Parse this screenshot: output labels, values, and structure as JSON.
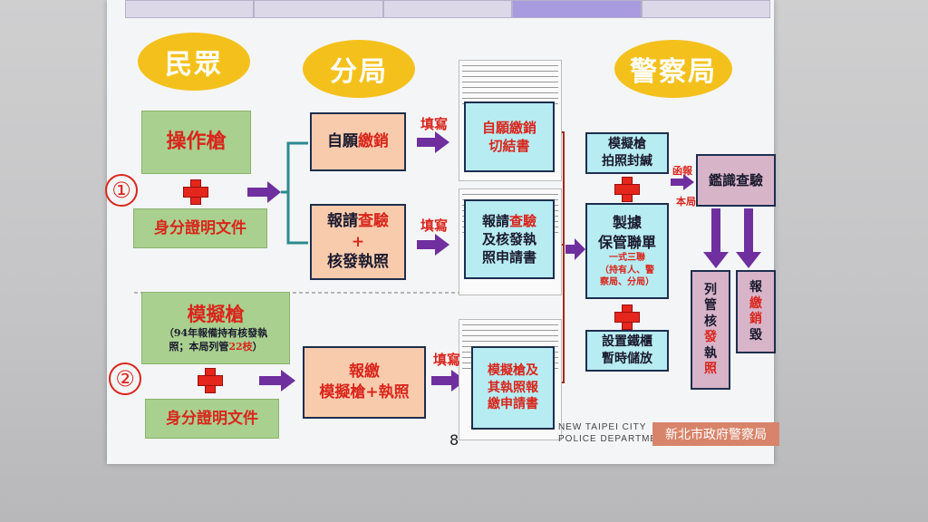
{
  "headers": {
    "people": "民眾",
    "branch": "分局",
    "hq": "警察局"
  },
  "row1": {
    "marker": "①",
    "gun": "操作槍",
    "id_doc": "身分證明文件",
    "vol_prefix": "自願",
    "vol_red": "繳銷",
    "apply_prefix": "報請",
    "apply_red": "查驗",
    "apply_plus": "+",
    "apply_line3": "核發執照",
    "fill1": "填寫",
    "fill2": "填寫",
    "form1_line1": "自願繳銷",
    "form1_line2": "切結書",
    "form2_line1_prefix": "報請",
    "form2_line1_red": "查驗",
    "form2_line2": "及核發執",
    "form2_line3": "照申請書"
  },
  "row2": {
    "marker": "②",
    "gun": "模擬槍",
    "note_line1": "（94年報備持有核發執",
    "note_line2_prefix": "照；本局列管",
    "note_red": "22枝",
    "note_end": "）",
    "id_doc": "身分證明文件",
    "report_line1": "報繳",
    "report_line2": "模擬槍+執照",
    "fill": "填寫",
    "form_line1": "模擬槍及",
    "form_line2": "其執照報",
    "form_line3": "繳申請書"
  },
  "hq": {
    "photo_line1": "模擬槍",
    "photo_line2": "拍照封緘",
    "receipt_line1": "製據",
    "receipt_line2": "保管聯單",
    "receipt_small1": "一式三聯",
    "receipt_small2": "（持有人、警",
    "receipt_small3": "察局、分局）",
    "cabinet_line1": "設置鐵櫃",
    "cabinet_line2": "暫時儲放",
    "forward_label1": "函報",
    "forward_label2": "本局",
    "inspect": "鑑識查驗",
    "list_chars": [
      "列",
      "管",
      "核",
      "發",
      "執",
      "照"
    ],
    "destroy_chars": [
      "報",
      "繳",
      "銷",
      "毀"
    ]
  },
  "footer": {
    "page": "8",
    "dept_line1": "NEW TAIPEI CITY",
    "dept_line2": "POLICE DEPARTMENT",
    "dept_cn": "新北市政府警察局"
  },
  "colors": {
    "accent_red": "#d9261c",
    "header_yellow": "#f4c11c",
    "green": "#a9d08e",
    "peach": "#f8cbad",
    "cyan": "#b7ecf2",
    "mauve": "#d8b4c8",
    "arrow": "#6f2f9f"
  }
}
